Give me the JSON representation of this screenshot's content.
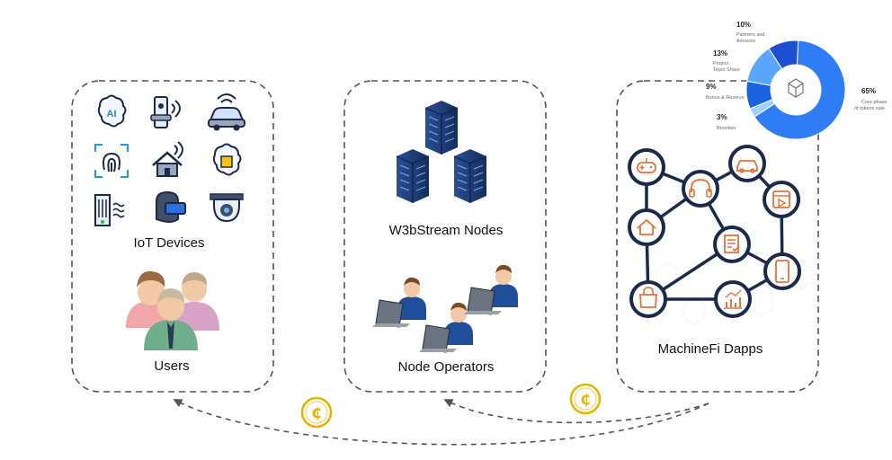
{
  "panels": {
    "iot_label": "IoT Devices",
    "users_label": "Users",
    "nodes_label": "W3bStream Nodes",
    "operators_label": "Node Operators",
    "dapps_label": "MachineFi Dapps"
  },
  "iot_icons": [
    "ai-brain-icon",
    "smart-lock-icon",
    "connected-car-icon",
    "fingerprint-icon",
    "smart-home-icon",
    "chip-brain-icon",
    "server-wave-icon",
    "vr-headset-icon",
    "security-camera-icon"
  ],
  "dapp_icons": [
    "gamepad-icon",
    "car-icon",
    "headphones-icon",
    "video-icon",
    "home-icon",
    "document-icon",
    "phone-icon",
    "shopping-bag-icon",
    "chart-icon"
  ],
  "token_symbol": "₵",
  "donut": {
    "slices": [
      {
        "pct": "65%",
        "label1": "Core phase",
        "label2": "of tokens sale",
        "value": 65,
        "color": "#2e7cf6"
      },
      {
        "pct": "3%",
        "label1": "Bounties",
        "label2": "",
        "value": 3,
        "color": "#9fd0ff"
      },
      {
        "pct": "9%",
        "label1": "Bonus & Reserve",
        "label2": "",
        "value": 9,
        "color": "#1a63e0"
      },
      {
        "pct": "13%",
        "label1": "Project",
        "label2": "Team Share",
        "value": 13,
        "color": "#5aa6ff"
      },
      {
        "pct": "10%",
        "label1": "Partners and",
        "label2": "Advisors",
        "value": 10,
        "color": "#1f4fd1"
      }
    ]
  },
  "colors": {
    "dash": "#555555",
    "node_ring": "#1b2a4a",
    "dapp_icon": "#e8703a",
    "coin": "#e6b400",
    "server": "#1f3f7a"
  }
}
